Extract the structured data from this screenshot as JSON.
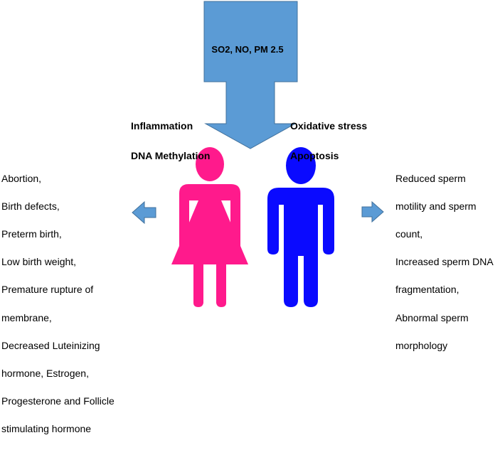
{
  "colors": {
    "arrow_fill": "#5b9bd5",
    "arrow_stroke": "#41719c",
    "female": "#ff1a8c",
    "male": "#0a0aff"
  },
  "icons": {
    "female": "female-figure-icon",
    "male": "male-figure-icon",
    "arrow_down": "arrow-down-icon",
    "arrow_left": "arrow-left-icon",
    "arrow_right": "arrow-right-icon"
  },
  "source": {
    "label": "SO2, NO, PM 2.5"
  },
  "mechanisms": {
    "left": [
      "Inflammation",
      "DNA Methylation"
    ],
    "right": [
      "Oxidative stress",
      "Apoptosis"
    ]
  },
  "female_effects": [
    "Abortion,",
    "Birth defects,",
    "Preterm birth,",
    "Low birth weight,",
    "Premature rupture of",
    "membrane,",
    "Decreased Luteinizing",
    "hormone, Estrogen,",
    "Progesterone and Follicle",
    "stimulating hormone"
  ],
  "male_effects": [
    "Reduced sperm",
    "motility and sperm",
    "count,",
    "Increased sperm DNA",
    "fragmentation,",
    "Abnormal sperm",
    "morphology"
  ]
}
